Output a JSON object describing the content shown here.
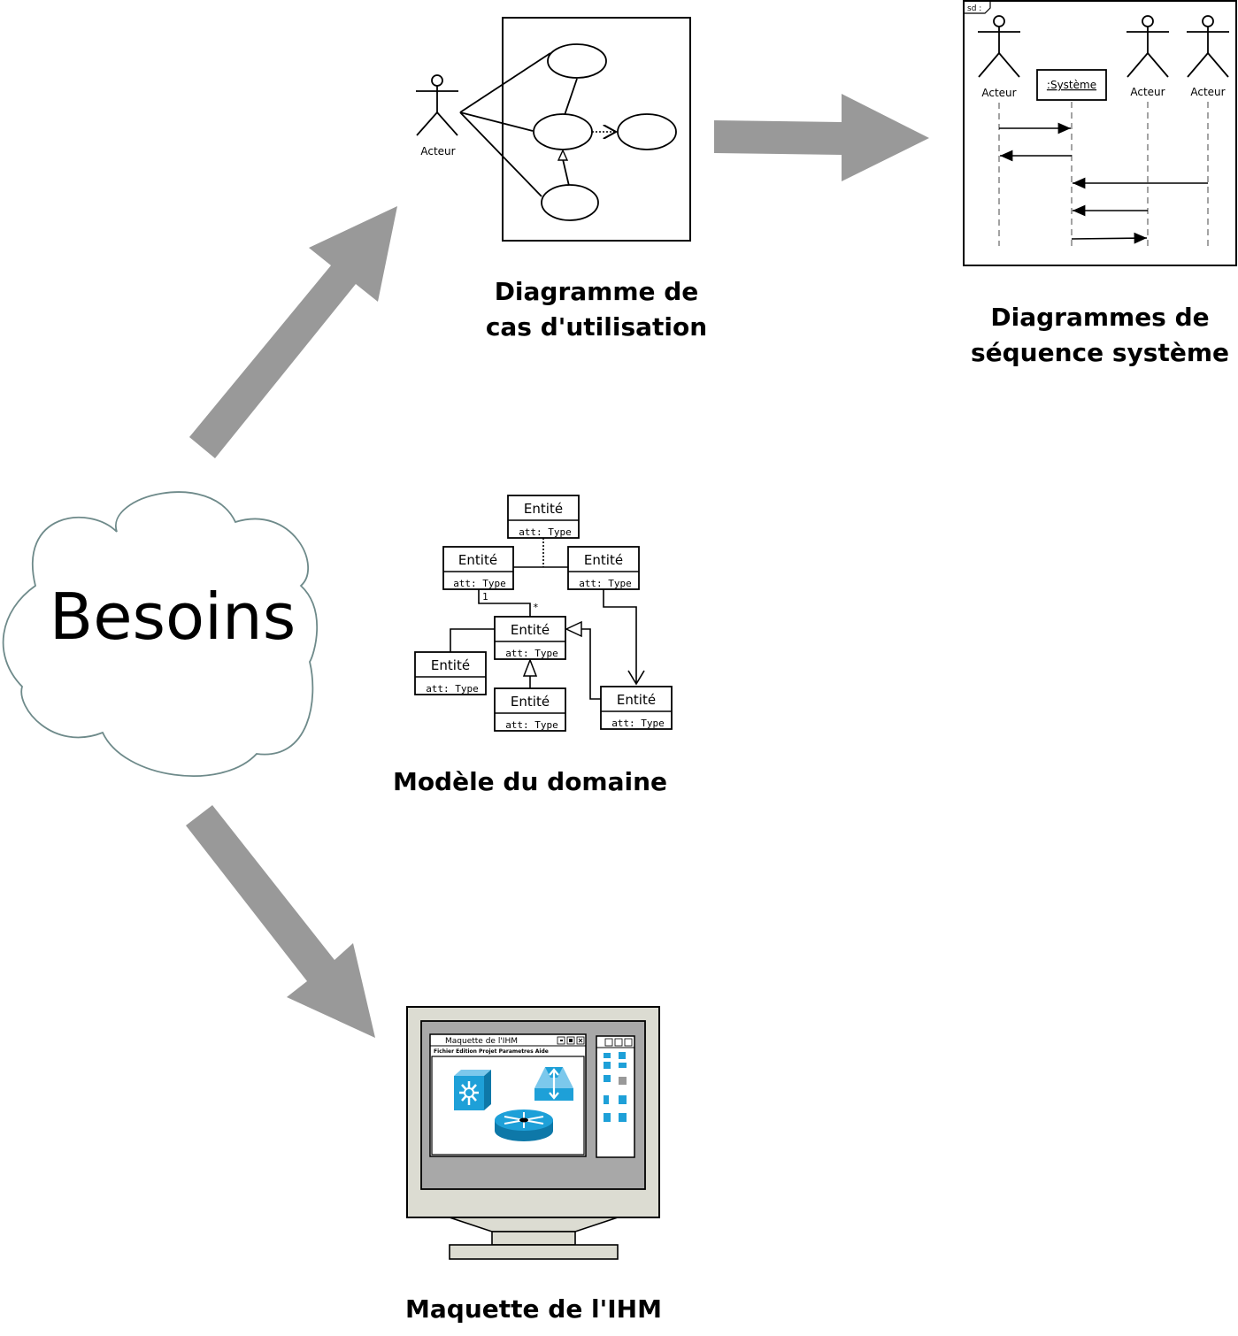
{
  "cloud": {
    "label": "Besoins"
  },
  "use_case": {
    "caption_line1": "Diagramme de",
    "caption_line2": "cas d'utilisation",
    "actor_label": "Acteur"
  },
  "sequence": {
    "caption_line1": "Diagrammes de",
    "caption_line2": "séquence système",
    "frame_tag": "sd :",
    "system_label": ":Système",
    "actors": [
      "Acteur",
      "Acteur",
      "Acteur"
    ]
  },
  "domain": {
    "caption": "Modèle du domaine",
    "entity_name": "Entité",
    "attribute": "att: Type",
    "multiplicity_one": "1",
    "multiplicity_many": "*"
  },
  "ihm": {
    "caption": "Maquette de l'IHM",
    "window_title": "Maquette de l'IHM",
    "menu": "Fichier  Edition  Projet  Parametres Aide"
  },
  "colors": {
    "arrow": "#999999",
    "cloud_stroke": "#6e8a8a",
    "monitor_body": "#dcdcd2",
    "screen_gray": "#a8a8a8",
    "network_icon": "#1ea0d8"
  }
}
